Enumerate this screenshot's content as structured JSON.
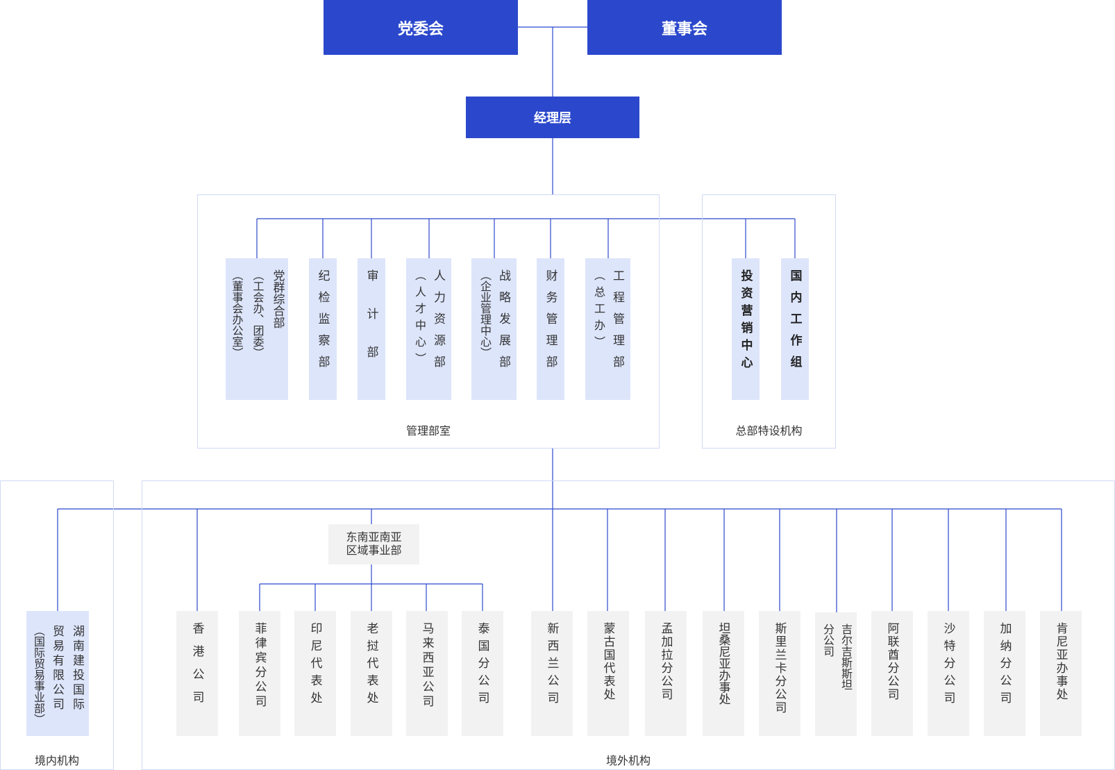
{
  "top": {
    "party_committee": "党委会",
    "board": "董事会",
    "management": "经理层"
  },
  "hq": {
    "dept_group_label": "管理部室",
    "special_group_label": "总部特设机构",
    "departments": [
      {
        "main": "党群综合部",
        "sub": [
          "（工会办、团委）",
          "（董事会办公室）"
        ]
      },
      {
        "main": "纪检监察部",
        "sub": []
      },
      {
        "main": "审计部",
        "sub": []
      },
      {
        "main": "人力资源部",
        "sub": [
          "（人才中心）"
        ]
      },
      {
        "main": "战略发展部",
        "sub": [
          "（企业管理中心）"
        ]
      },
      {
        "main": "财务管理部",
        "sub": []
      },
      {
        "main": "工程管理部",
        "sub": [
          "（总工办）"
        ]
      }
    ],
    "special": [
      {
        "main": "投资营销中心"
      },
      {
        "main": "国内工作组"
      }
    ]
  },
  "domestic": {
    "label": "境内机构",
    "unit": {
      "main": "湖南建投国际",
      "sub": [
        "贸易有限公司",
        "（国际贸易事业部）"
      ]
    }
  },
  "overseas": {
    "label": "境外机构",
    "hongkong": "香港公司",
    "sea_region": {
      "line1": "东南亚南亚",
      "line2": "区域事业部"
    },
    "sea_units": [
      "菲律宾分公司",
      "印尼代表处",
      "老挝代表处",
      "马来西亚公司",
      "泰国分公司"
    ],
    "units": [
      {
        "main": "新西兰公司"
      },
      {
        "main": "蒙古国代表处"
      },
      {
        "main": "孟加拉分公司"
      },
      {
        "main": "坦桑尼亚办事处"
      },
      {
        "main": "斯里兰卡分公司"
      },
      {
        "main": "吉尔吉斯斯坦",
        "sub": [
          "分公司"
        ]
      },
      {
        "main": "阿联酋分公司"
      },
      {
        "main": "沙特分公司"
      },
      {
        "main": "加纳分公司"
      },
      {
        "main": "肯尼亚办事处"
      }
    ]
  },
  "colors": {
    "primary": "#2b48cc",
    "line": "#2b48cc",
    "hq_box": "#dde5fb",
    "overseas_box": "#f2f2f2",
    "frame": "#cfdaf5"
  }
}
